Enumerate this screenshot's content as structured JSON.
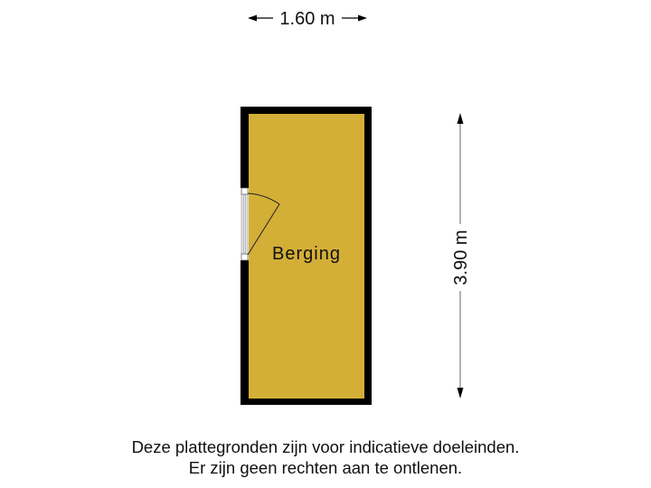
{
  "floorplan": {
    "dimensions": {
      "width_label": "1.60 m",
      "height_label": "3.90 m"
    },
    "rooms": [
      {
        "label": "Berging",
        "fill_color": "#D4AF37"
      }
    ],
    "colors": {
      "wall": "#000000",
      "room_fill": "#D4AF37",
      "dimension_line": "#808080",
      "background": "#FFFFFF"
    },
    "door": {
      "location": "left-wall",
      "type": "swing-door"
    }
  },
  "disclaimer": {
    "line1": "Deze plattegronden zijn voor indicatieve doeleinden.",
    "line2": "Er zijn geen rechten aan te ontlenen."
  }
}
